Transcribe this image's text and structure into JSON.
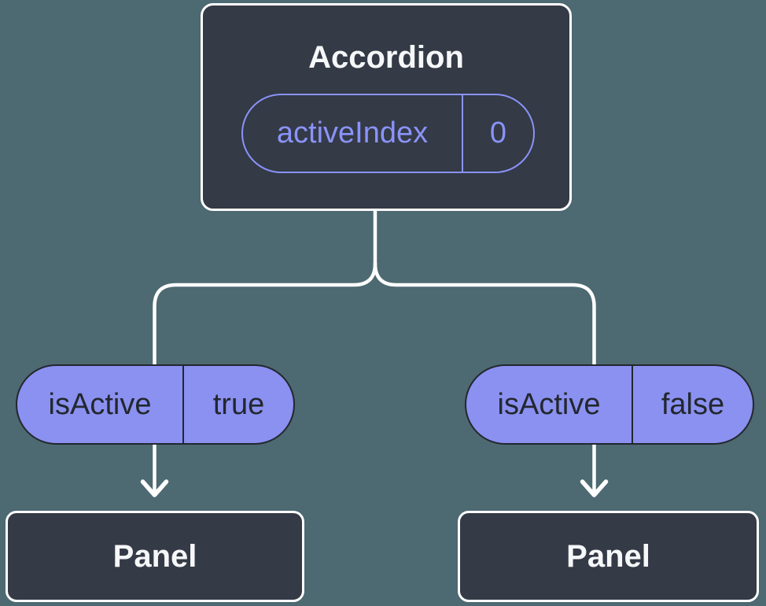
{
  "colors": {
    "background": "#4d6971",
    "node": "#343a46",
    "node-border": "#ffffff",
    "accent": "#8a93f8",
    "pill-fill": "#8a91f0",
    "pill-text": "#23272f",
    "text": "#f6f7f9",
    "line": "#ffffff"
  },
  "tree": {
    "root": {
      "name": "Accordion",
      "prop": {
        "label": "activeIndex",
        "value": "0"
      }
    },
    "children": [
      {
        "prop": {
          "label": "isActive",
          "value": "true"
        },
        "node": "Panel"
      },
      {
        "prop": {
          "label": "isActive",
          "value": "false"
        },
        "node": "Panel"
      }
    ]
  }
}
